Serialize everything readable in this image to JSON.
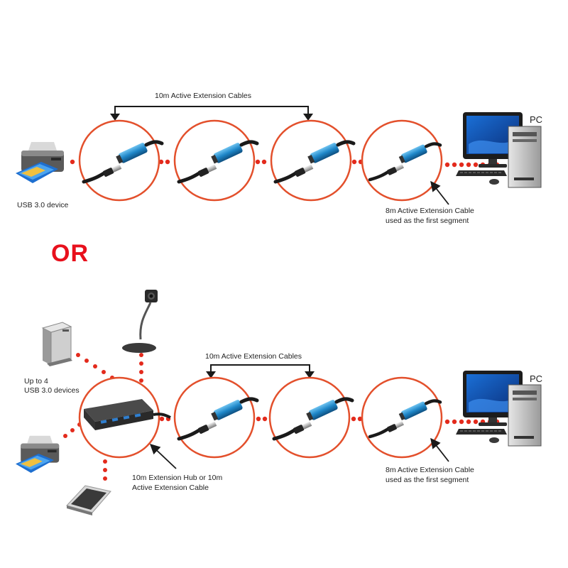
{
  "colors": {
    "circle": "#e3502c",
    "dots": "#e32a1c",
    "or_text": "#e8101c",
    "cable_blue": "#1e86c8",
    "cable_black": "#1a1a1a",
    "arrow": "#1a1a1a"
  },
  "top": {
    "bracket_label": "10m Active Extension Cables",
    "device_label": "USB 3.0 device",
    "pc_label": "PC",
    "first_segment_line1": "8m Active Extension Cable",
    "first_segment_line2": "used as the first segment"
  },
  "or_label": "OR",
  "bottom": {
    "bracket_label": "10m Active Extension Cables",
    "devices_line1": "Up to 4",
    "devices_line2": "USB 3.0 devices",
    "hub_line1": "10m Extension Hub or 10m",
    "hub_line2": "Active Extension Cable",
    "pc_label": "PC",
    "first_segment_line1": "8m Active Extension Cable",
    "first_segment_line2": "used as the first segment"
  },
  "icons": {
    "printer": "printer-icon",
    "pc": "desktop-pc-icon",
    "hard_drive": "external-drive-icon",
    "webcam": "webcam-icon",
    "scanner": "scanner-icon",
    "hub": "usb-hub-icon"
  }
}
